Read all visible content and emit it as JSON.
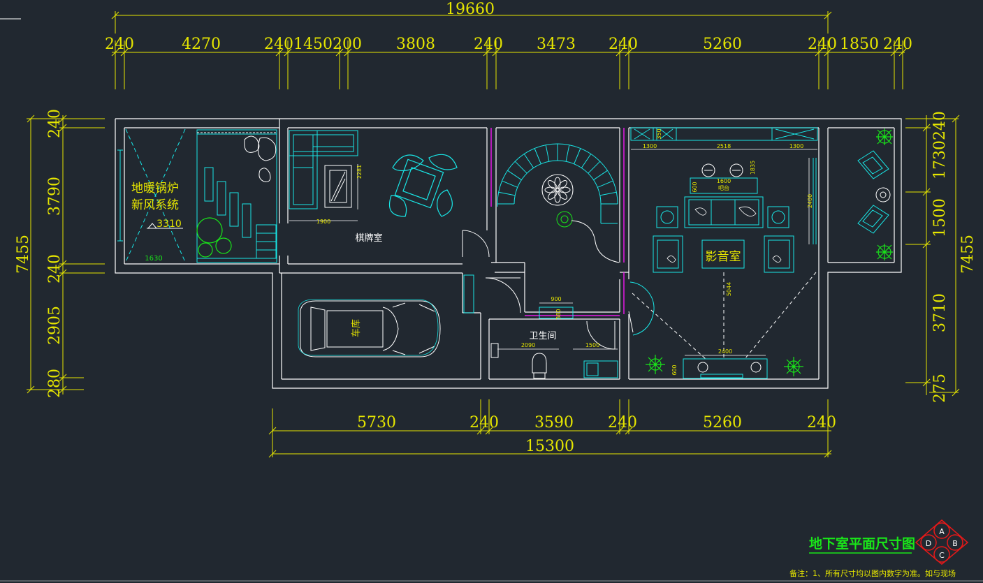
{
  "colors": {
    "background": "#212830",
    "wall": "#ffffff",
    "dimension": "#e6e600",
    "furniture": "#19e6e6",
    "plant": "#19e619",
    "accent": "#e619e6",
    "logo": "#e61919"
  },
  "dimensions": {
    "top_total": "19660",
    "top_segments": [
      "240",
      "4270",
      "2401450200",
      "3808",
      "240",
      "3473",
      "240",
      "5260",
      "240",
      "1850",
      "240"
    ],
    "bottom_segments": [
      "5730",
      "240",
      "3590",
      "240",
      "5260",
      "240"
    ],
    "bottom_total": "15300",
    "left_total": "7455",
    "left_segments": [
      "240",
      "3790",
      "240",
      "2905",
      "280"
    ],
    "right_total": "7455",
    "right_segments": [
      "240",
      "1730",
      "1500",
      "3710",
      "275"
    ]
  },
  "rooms": {
    "boiler_line1": "地暖锅炉",
    "boiler_line2": "新风系统",
    "chess_room": "棋牌室",
    "garage": "车库",
    "bathroom": "卫生间",
    "theater": "影音室",
    "bar": "吧台"
  },
  "annotations": {
    "elevation": "3310",
    "a1630": "1630",
    "a1900": "1900",
    "a2281": "2281",
    "a900": "900",
    "a2090": "2090",
    "a1500": "1500",
    "a380": "380",
    "a1300_left": "1300",
    "a350": "350",
    "a2518": "2518",
    "a1300_right": "1300",
    "a1600": "1600",
    "a1835": "1835",
    "a600": "600",
    "a2400_side": "2400",
    "a5044": "5044",
    "a2400_tv": "2400",
    "a600_tv": "600"
  },
  "title_block": {
    "title": "地下室平面尺寸图",
    "logo_letters": [
      "A",
      "B",
      "C",
      "D"
    ],
    "note": "备注：1、所有尺寸均以图内数字为准。如与现场"
  }
}
